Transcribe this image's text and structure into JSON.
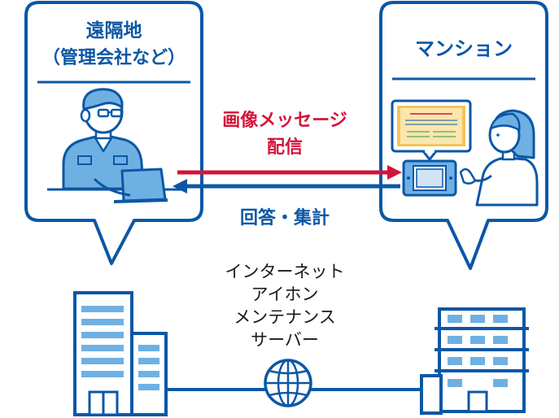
{
  "remote": {
    "title": "遠隔地",
    "subtitle": "（管理会社など）"
  },
  "mansion": {
    "title": "マンション"
  },
  "flow": {
    "send_label_line1": "画像メッセージ",
    "send_label_line2": "配信",
    "reply_label": "回答・集計"
  },
  "server": {
    "line1": "インターネット",
    "line2": "アイホン",
    "line3": "メンテナンス",
    "line4": "サーバー"
  },
  "colors": {
    "primary_blue": "#0b57a6",
    "light_blue": "#6fb0e3",
    "accent_red": "#d4143a"
  }
}
